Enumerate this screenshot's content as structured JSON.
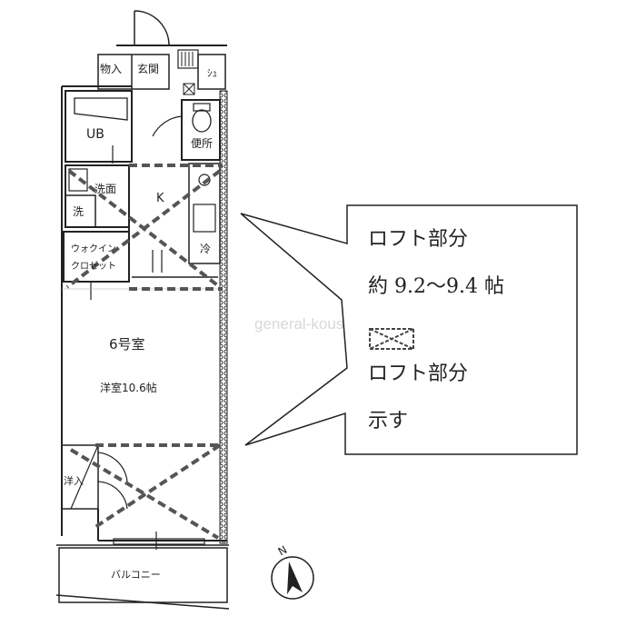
{
  "floorplan": {
    "rooms": {
      "storage": "物入",
      "entrance": "玄関",
      "shoe": "ｼｭ",
      "bath": "UB",
      "toilet": "便所",
      "washroom": "洗面",
      "washer": "洗",
      "kitchen": "K",
      "fridge": "冷",
      "walkin_line1": "ウォクイン",
      "walkin_line2": "クロゼット",
      "room_number": "6号室",
      "main_room": "洋室10.6帖",
      "closet": "洋入",
      "balcony": "バルコニー"
    },
    "compass": "N"
  },
  "callout": {
    "line1": "ロフト部分",
    "line2": "約 9.2〜9.4 帖",
    "line3": "ロフト部分",
    "line4": "示す"
  },
  "watermark": "general-kousan",
  "colors": {
    "line": "#222222",
    "dashed": "#555555"
  }
}
